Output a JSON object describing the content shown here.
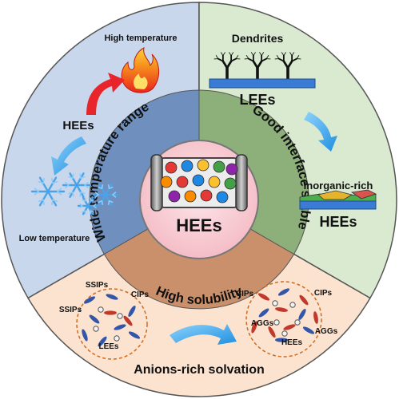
{
  "center": {
    "label": "HEEs"
  },
  "inner_ring": {
    "left": "Wide temperature range",
    "right": "Good interface stable",
    "bottom": "High solubility"
  },
  "sector_left": {
    "high_temp": "High temperature",
    "hees": "HEEs",
    "low_temp": "Low temperature",
    "colors": {
      "fill": "#c9d7ec",
      "inner": "#6f8fbf",
      "hot_arrow": "#e8252a",
      "cold_arrow": "#2f9fe6"
    }
  },
  "sector_right": {
    "dendrites": "Dendrites",
    "lees": "LEEs",
    "inorganic": "Inorganic-rich",
    "hees": "HEEs",
    "colors": {
      "fill": "#d9ead0",
      "inner": "#8db07a",
      "arrow": "#2f9fe6"
    }
  },
  "sector_bottom": {
    "ssips_1": "SSIPs",
    "ssips_2": "SSIPs",
    "cips_left": "CIPs",
    "lees": "LEEs",
    "cips_right_1": "CIPs",
    "cips_right_2": "CIPs",
    "aggs_1": "AGGs",
    "aggs_2": "AGGs",
    "hees": "HEEs",
    "title": "Anions-rich solvation",
    "colors": {
      "fill": "#fbe3cf",
      "inner": "#c9906b",
      "arrow": "#2f9fe6"
    }
  }
}
